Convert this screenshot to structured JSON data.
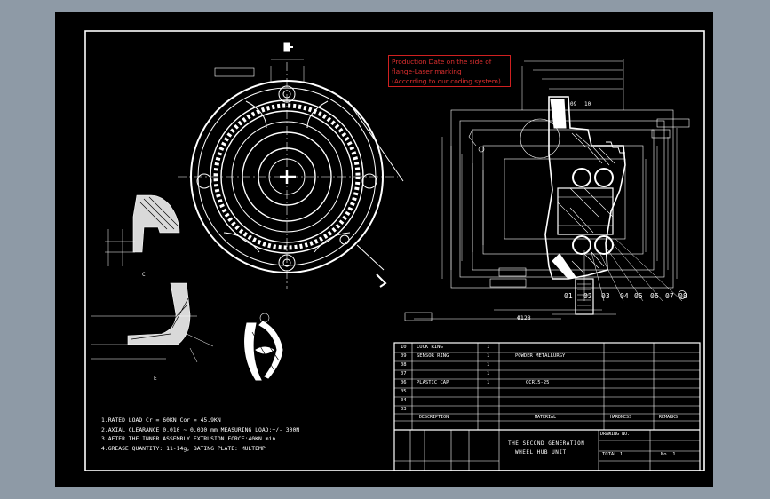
{
  "callout": {
    "lines": [
      "Production Date on the side of",
      "flange-Laser marking",
      "(According to our coding system)"
    ],
    "color": "#e03030"
  },
  "notes": [
    "1.RATED LOAD  Cr = 60KN  Cor = 45.9KN",
    "2.AXIAL CLEARANCE  0.010 ~ 0.030 mm  MEASURING LOAD:+/- 300N",
    "3.AFTER THE INNER ASSEMBLY EXTRUSION FORCE:40KN  min",
    "4.GREASE QUANTITY: 11-14g, BATING PLATE: MULTEMP"
  ],
  "bom": {
    "rows": [
      {
        "no": "10",
        "desc": "LOCK RING",
        "qty": "1",
        "material": "",
        "standard": "",
        "remarks": ""
      },
      {
        "no": "09",
        "desc": "SENSOR RING",
        "qty": "1",
        "material": "POWDER METALLURGY",
        "standard": "",
        "remarks": ""
      },
      {
        "no": "08",
        "desc": "",
        "qty": "1",
        "material": "",
        "standard": "",
        "remarks": ""
      },
      {
        "no": "07",
        "desc": "",
        "qty": "1",
        "material": "",
        "standard": "",
        "remarks": ""
      },
      {
        "no": "06",
        "desc": "PLASTIC CAP",
        "qty": "1",
        "material": "GCR15-25",
        "standard": "",
        "remarks": ""
      },
      {
        "no": "05",
        "desc": "",
        "qty": "",
        "material": "",
        "standard": "",
        "remarks": ""
      },
      {
        "no": "04",
        "desc": "",
        "qty": "",
        "material": "",
        "standard": "",
        "remarks": ""
      },
      {
        "no": "03",
        "desc": "",
        "qty": "",
        "material": "",
        "standard": "",
        "remarks": ""
      }
    ],
    "header": {
      "desc": "DESCRIPTION",
      "material": "MATERIAL",
      "standard": "HARDNESS",
      "remarks": "REMARKS"
    }
  },
  "title_block": {
    "product_line1": "THE SECOND GENERATION",
    "product_line2": "WHEEL HUB UNIT",
    "drawing_number_label": "DRAWING NO.",
    "total_label": "TOTAL 1",
    "sheet_label": "No. 1"
  },
  "balloons": [
    "01",
    "02",
    "03",
    "04",
    "05",
    "06",
    "07",
    "08",
    "09",
    "10"
  ],
  "part_labels": {
    "view_c": "C",
    "view_e": "E",
    "small": "Φ128"
  }
}
